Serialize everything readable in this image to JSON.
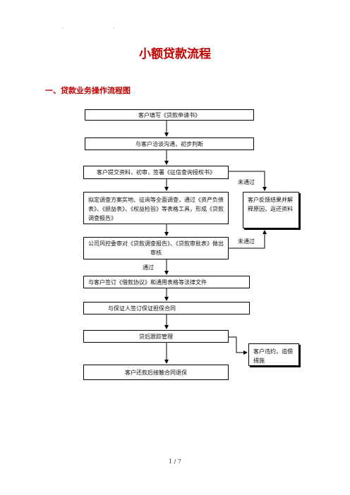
{
  "header_marks": "· ·",
  "title": "小额贷款流程",
  "section_heading": "一、贷款业务操作流程图",
  "flow": {
    "step1": "客户填写《贷款申请书》",
    "step2": "与客户洽谈沟通，初步判断",
    "step3": "客户提交资料，初审，签署《征信查询授权书》",
    "step4": "拟定调查方案实地、征询等全面调查，通过《资产负债表》、《损益表》、《权益检验》等表格工具，形成《贷款调查报告》",
    "step5": "公司风控委审对《贷款调查报告》、《贷款审批表》做出审核",
    "step6": "与客户签订《借款协议》和通用表格等法律文件",
    "step7": "与保证人签订保证担保合同",
    "step8": "贷后跟踪管理",
    "step9": "客户还款后接触合同退保",
    "feedback_box": "客户反馈结果并解释原因，返还资料",
    "default_box": "客户违约，追偿措施",
    "label_fail_1": "未通过",
    "label_fail_2": "未通过",
    "label_pass": "通过"
  },
  "footer": {
    "page": "1 / 7"
  }
}
